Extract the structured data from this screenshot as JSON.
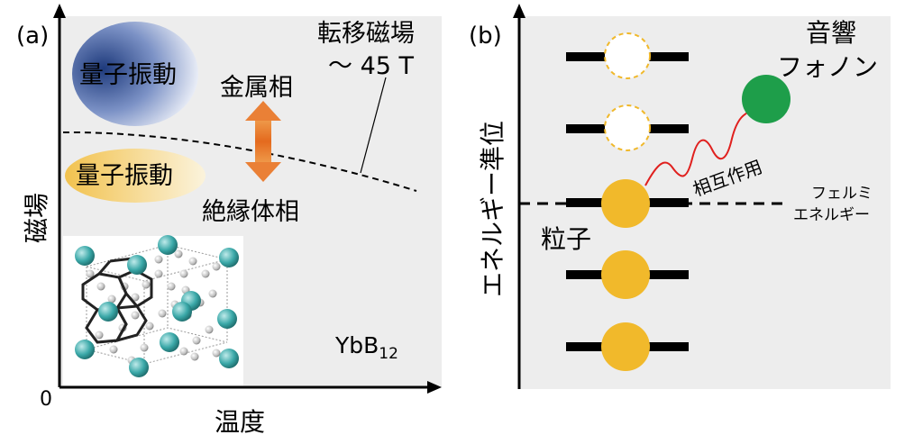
{
  "panel_a": {
    "label": "(a)",
    "origin_label": "0",
    "x_axis_label": "温度",
    "y_axis_label": "磁場",
    "quantum_osc_high": "量子振動",
    "quantum_osc_low": "量子振動",
    "metal_phase": "金属相",
    "insulator_phase": "絶縁体相",
    "transition_field_title": "転移磁場",
    "transition_field_value": "～ 45 T",
    "material": "YbB",
    "material_subscript": "12"
  },
  "panel_b": {
    "label": "(b)",
    "y_axis_label": "エネルギー準位",
    "phonon_label_line1": "音響",
    "phonon_label_line2": "フォノン",
    "interaction_label": "相互作用",
    "fermi_label_line1": "フェルミ",
    "fermi_label_line2": "エネルギー",
    "particle_label": "粒子"
  },
  "colors": {
    "panel_bg": "#ededed",
    "particle": "#f0b82a",
    "empty_circle_border": "#f0b82a",
    "phonon": "#1e9e4a",
    "wave": "#e0201e",
    "arrow": "#e8701e",
    "osc_high": "#2c4a8c",
    "osc_low": "#f0c050",
    "atom_large": "#3aa8a8",
    "atom_small": "#c8c8c8"
  }
}
